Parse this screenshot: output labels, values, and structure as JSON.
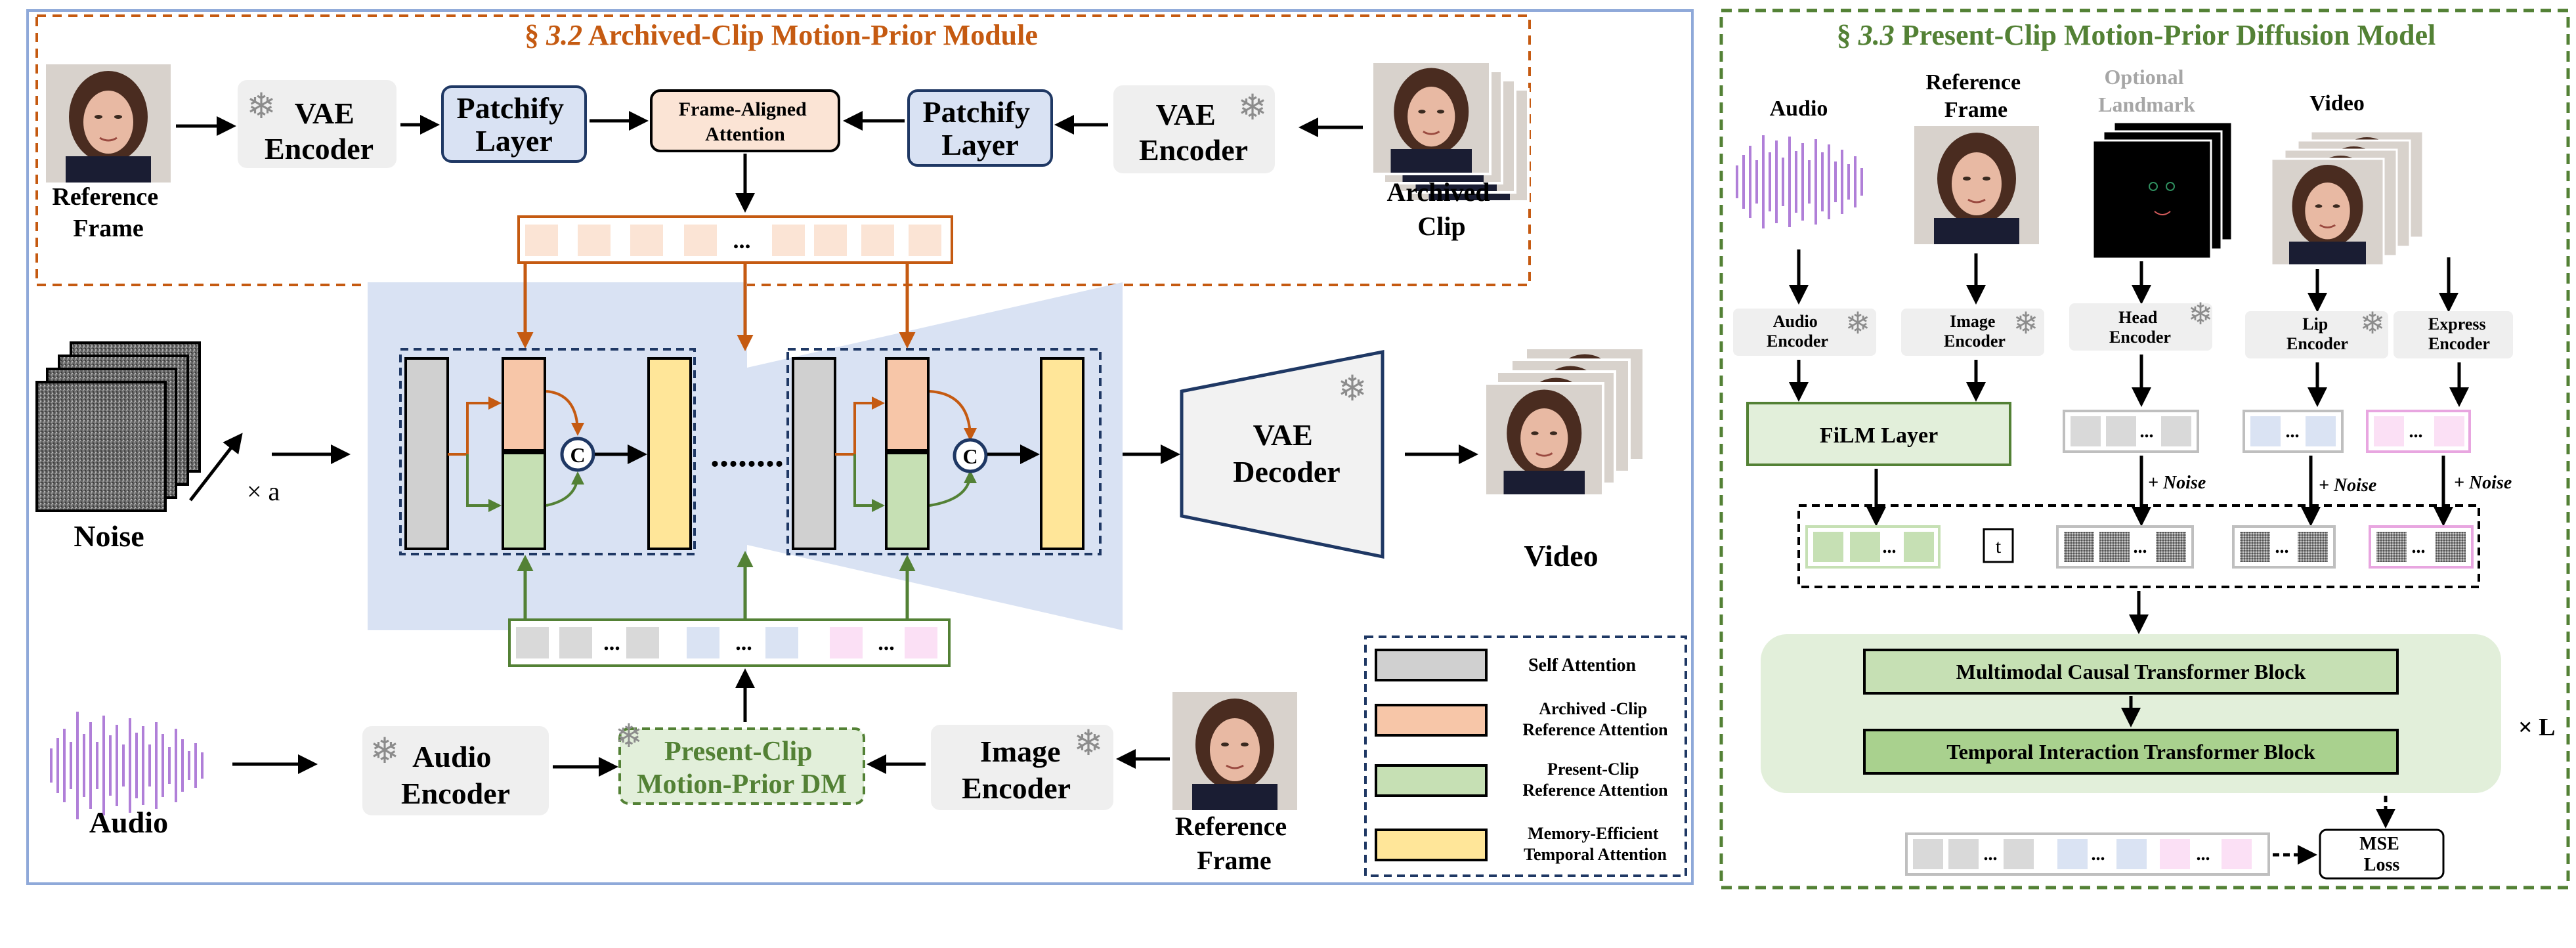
{
  "left_panel": {
    "archived_module": {
      "section_number": "§",
      "section_ref": "3.2",
      "title": "Archived-Clip Motion-Prior Module",
      "reference_frame_label": [
        "Reference",
        "Frame"
      ],
      "vae_encoder_left": [
        "VAE",
        "Encoder"
      ],
      "patchify_left": [
        "Patchify",
        "Layer"
      ],
      "frame_aligned_attention": [
        "Frame-Aligned",
        "Attention"
      ],
      "patchify_right": [
        "Patchify",
        "Layer"
      ],
      "vae_encoder_right": [
        "VAE",
        "Encoder"
      ],
      "archived_clip_label": [
        "Archived",
        "Clip"
      ],
      "token_ellipsis": "..."
    },
    "noise_label": "Noise",
    "noise_multiplier": "× a",
    "concat_symbol": "C",
    "middle_ellipsis": "........",
    "vae_decoder": [
      "VAE",
      "Decoder"
    ],
    "video_label": "Video",
    "bottom_token_ellipsis": [
      "...",
      "...",
      "..."
    ],
    "audio_label": "Audio",
    "audio_encoder": [
      "Audio",
      "Encoder"
    ],
    "present_clip_dm": [
      "Present-Clip",
      "Motion-Prior DM"
    ],
    "image_encoder": [
      "Image",
      "Encoder"
    ],
    "reference_frame_bottom": [
      "Reference",
      "Frame"
    ],
    "legend": [
      {
        "label": [
          "Self Attention"
        ],
        "color": "#d0d0d0"
      },
      {
        "label": [
          "Archived -Clip",
          "Reference Attention"
        ],
        "color": "#f7c6a8"
      },
      {
        "label": [
          "Present-Clip",
          "Reference Attention"
        ],
        "color": "#c6e0b4"
      },
      {
        "label": [
          "Memory-Efficient",
          "Temporal Attention"
        ],
        "color": "#ffe699"
      }
    ]
  },
  "right_panel": {
    "section_number": "§",
    "section_ref": "3.3",
    "title": "Present-Clip Motion-Prior Diffusion Model",
    "audio_label": "Audio",
    "reference_frame_label": [
      "Reference",
      "Frame"
    ],
    "optional_landmark_label": [
      "Optional",
      "Landmark"
    ],
    "video_label": "Video",
    "encoders": [
      [
        "Audio",
        "Encoder"
      ],
      [
        "Image",
        "Encoder"
      ],
      [
        "Head",
        "Encoder"
      ],
      [
        "Lip",
        "Encoder"
      ],
      [
        "Express",
        "Encoder"
      ]
    ],
    "film_layer": "FiLM Layer",
    "plus_noise": "+ Noise",
    "t_token": "t",
    "ellipsis": "...",
    "transformer_block_1": "Multimodal Causal Transformer Block",
    "transformer_block_2": "Temporal Interaction Transformer Block",
    "repeat_label": "× L",
    "mse_loss": [
      "MSE",
      "Loss"
    ]
  },
  "colors": {
    "orange": "#c55a11",
    "green": "#538135",
    "navy": "#1f3864",
    "blue_bg": "#d9e2f3",
    "gray_box": "#efefef",
    "purple_wave": "#b07fd8",
    "grey_text": "#a6a6a6"
  }
}
